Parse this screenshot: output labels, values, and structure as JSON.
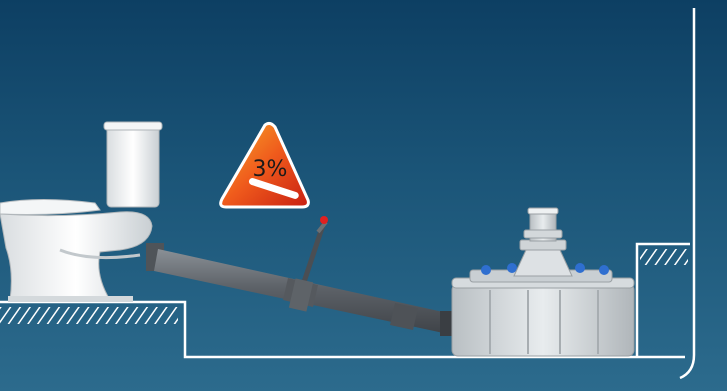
{
  "slope_badge": {
    "text": "3%",
    "value_percent": 3,
    "shape": "warning-triangle"
  },
  "colors": {
    "background_top": "#0d3f63",
    "background_bottom": "#2c6b8d",
    "outline": "#ffffff",
    "pipe": "#6f7479",
    "badge_red": "#e8371a",
    "badge_orange": "#f58a1e",
    "valve_handle_tip": "#e02020"
  },
  "components": [
    "toilet",
    "drain-pipe",
    "check-valve",
    "macerator-pump",
    "vent-stack",
    "raised-floor-platform",
    "right-wall-ledge"
  ]
}
